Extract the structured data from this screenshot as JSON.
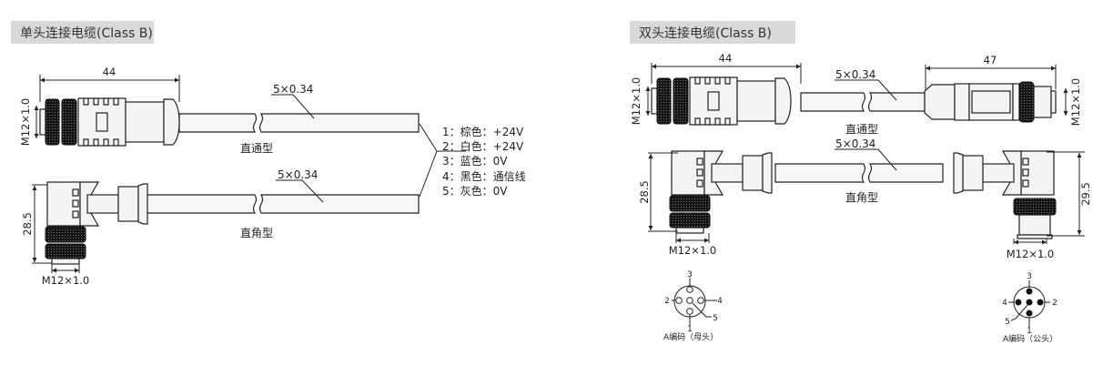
{
  "left_panel": {
    "title": "单头连接电缆(Class B)",
    "straight": {
      "length_dim": "44",
      "thread_dim": "M12×1.0",
      "cable_spec": "5×0.34",
      "type_label": "直通型"
    },
    "right_angle": {
      "height_dim": "28.5",
      "thread_dim": "M12×1.0",
      "cable_spec": "5×0.34",
      "type_label": "直角型"
    },
    "wiring": [
      "1：棕色：+24V",
      "2：白色：+24V",
      "3：蓝色：0V",
      "4：黑色：通信线",
      "5：灰色：0V"
    ]
  },
  "right_panel": {
    "title": "双头连接电缆(Class B)",
    "straight": {
      "left_length_dim": "44",
      "right_length_dim": "47",
      "left_thread_dim": "M12×1.0",
      "right_thread_dim": "M12×1.0",
      "cable_spec": "5×0.34",
      "type_label": "直通型"
    },
    "right_angle": {
      "left_height_dim": "28.5",
      "right_height_dim": "29.5",
      "left_thread_dim": "M12×1.0",
      "right_thread_dim": "M12×1.0",
      "cable_spec": "5×0.34",
      "type_label": "直角型"
    },
    "pinouts": [
      {
        "caption": "A编码（母头）",
        "pins": [
          "1",
          "2",
          "3",
          "4",
          "5"
        ]
      },
      {
        "caption": "A编码（公头）",
        "pins": [
          "1",
          "2",
          "3",
          "4",
          "5"
        ]
      }
    ]
  }
}
